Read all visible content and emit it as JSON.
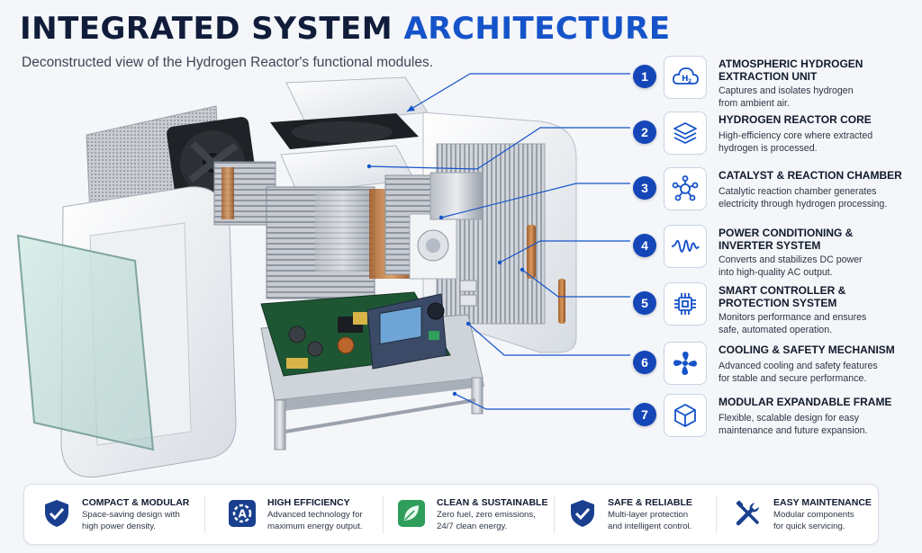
{
  "header": {
    "title_main": "INTEGRATED SYSTEM ",
    "title_accent": "ARCHITECTURE",
    "subtitle": "Deconstructed view of the Hydrogen Reactor's functional modules."
  },
  "modules": [
    {
      "number": "1",
      "title_lines": [
        "ATMOSPHERIC HYDROGEN",
        "EXTRACTION UNIT"
      ],
      "desc_lines": [
        "Captures and isolates hydrogen",
        "from ambient air."
      ],
      "icon": "h2-cloud-icon"
    },
    {
      "number": "2",
      "title_lines": [
        "HYDROGEN REACTOR CORE"
      ],
      "desc_lines": [
        "High-efficiency core where extracted",
        "hydrogen is processed."
      ],
      "icon": "layers-icon"
    },
    {
      "number": "3",
      "title_lines": [
        "CATALYST & REACTION CHAMBER"
      ],
      "desc_lines": [
        "Catalytic reaction chamber generates",
        "electricity through hydrogen processing."
      ],
      "icon": "molecule-icon"
    },
    {
      "number": "4",
      "title_lines": [
        "POWER CONDITIONING &",
        "INVERTER SYSTEM"
      ],
      "desc_lines": [
        "Converts and stabilizes DC power",
        "into high-quality AC output."
      ],
      "icon": "sine-wave-icon"
    },
    {
      "number": "5",
      "title_lines": [
        "SMART CONTROLLER &",
        "PROTECTION SYSTEM"
      ],
      "desc_lines": [
        "Monitors performance and ensures",
        "safe, automated operation."
      ],
      "icon": "chip-icon"
    },
    {
      "number": "6",
      "title_lines": [
        "COOLING & SAFETY MECHANISM"
      ],
      "desc_lines": [
        "Advanced cooling and safety features",
        "for stable and secure performance."
      ],
      "icon": "fan-icon"
    },
    {
      "number": "7",
      "title_lines": [
        "MODULAR EXPANDABLE FRAME"
      ],
      "desc_lines": [
        "Flexible, scalable design for easy",
        "maintenance and future expansion."
      ],
      "icon": "cube-icon"
    }
  ],
  "features": [
    {
      "title": "COMPACT & MODULAR",
      "desc_lines": [
        "Space-saving design with",
        "high power density."
      ],
      "icon": "shield-check-icon"
    },
    {
      "title": "HIGH EFFICIENCY",
      "desc_lines": [
        "Advanced technology for",
        "maximum energy output."
      ],
      "icon": "gear-a-icon"
    },
    {
      "title": "CLEAN & SUSTAINABLE",
      "desc_lines": [
        "Zero fuel, zero emissions,",
        "24/7 clean energy."
      ],
      "icon": "leaf-icon"
    },
    {
      "title": "SAFE & RELIABLE",
      "desc_lines": [
        "Multi-layer protection",
        "and intelligent control."
      ],
      "icon": "shield-check-icon"
    },
    {
      "title": "EASY MAINTENANCE",
      "desc_lines": [
        "Modular components",
        "for quick servicing."
      ],
      "icon": "tools-icon"
    }
  ],
  "colors": {
    "accent": "#1553c9",
    "badge": "#1546b8",
    "title": "#101c3a",
    "leaf": "#2f9e5a"
  }
}
